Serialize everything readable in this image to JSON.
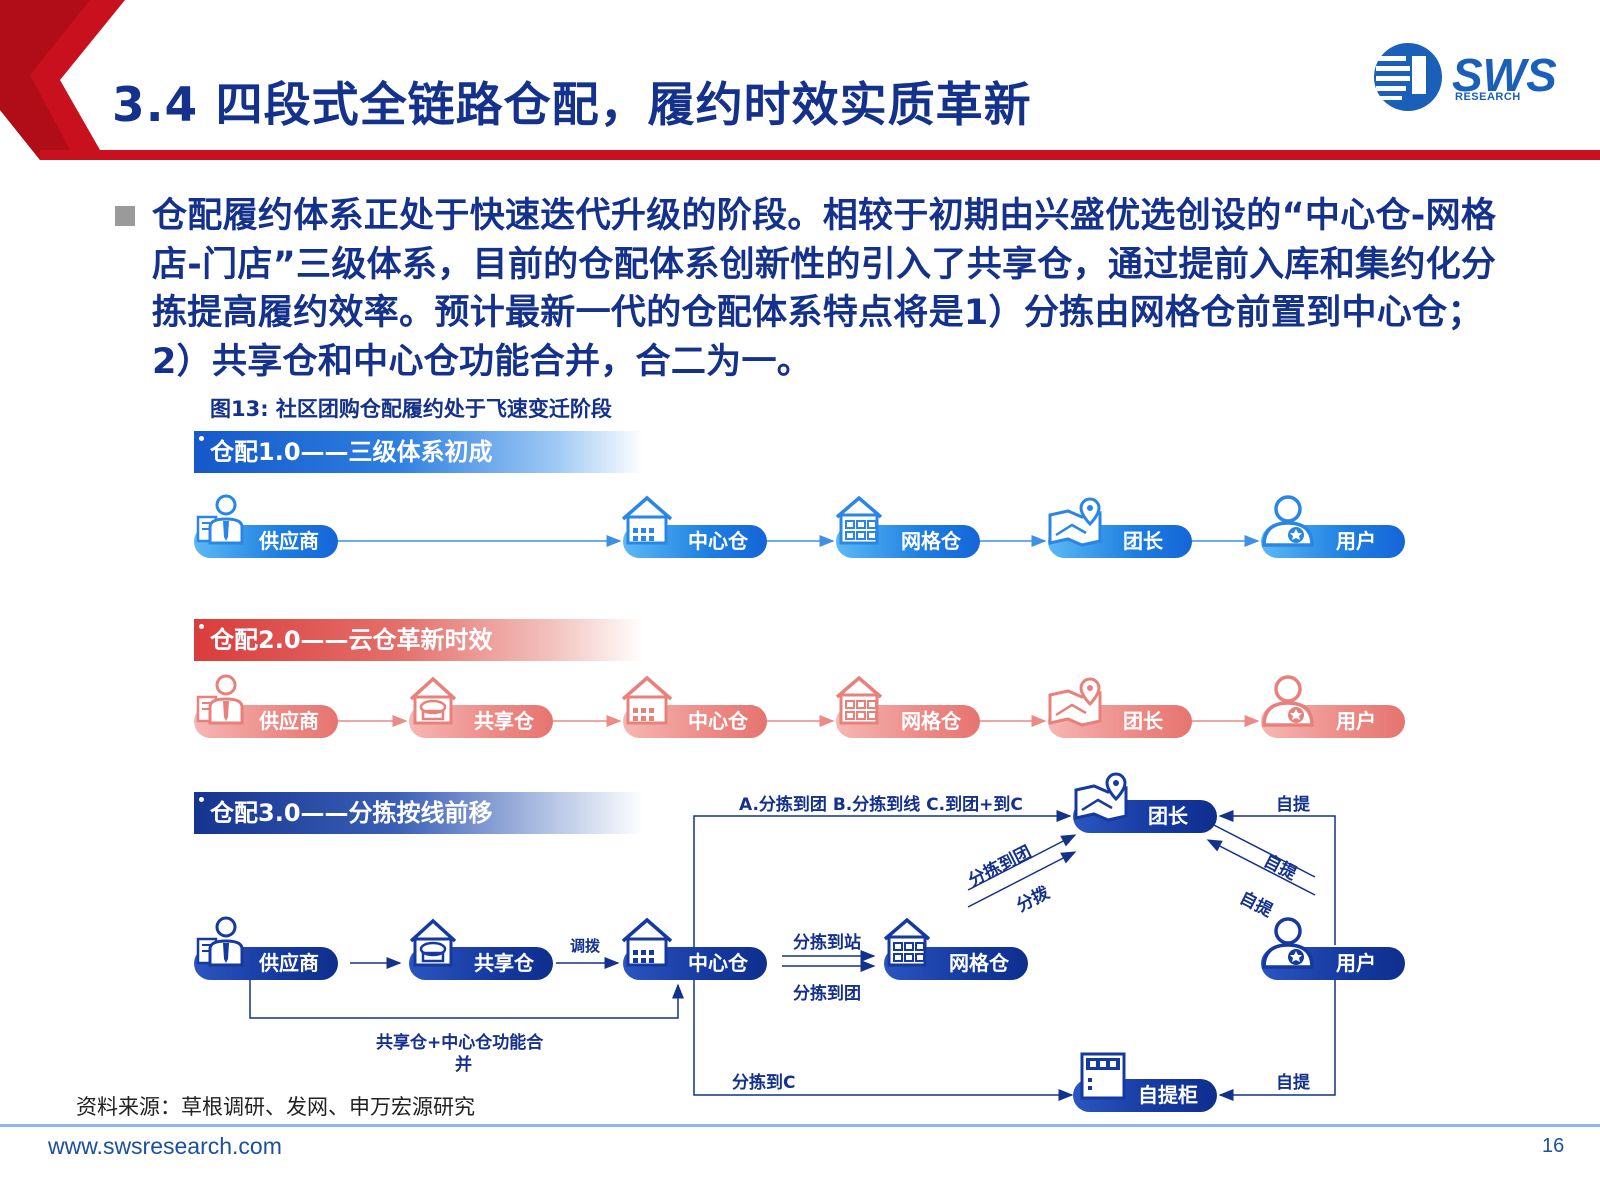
{
  "header": {
    "title": "3.4 四段式全链路仓配，履约时效实质革新",
    "logo_text": "SWS",
    "logo_sub": "RESEARCH"
  },
  "body": {
    "paragraph": "仓配履约体系正处于快速迭代升级的阶段。相较于初期由兴盛优选创设的“中心仓-网格店-门店”三级体系，目前的仓配体系创新性的引入了共享仓，通过提前入库和集约化分拣提高履约效率。预计最新一代的仓配体系特点将是1）分拣由网格仓前置到中心仓；2）共享仓和中心仓功能合并，合二为一。",
    "figure_caption": "图13: 社区团购仓配履约处于飞速变迁阶段"
  },
  "sections": [
    {
      "label": "仓配1.0——三级体系初成",
      "nodes": [
        "供应商",
        "中心仓",
        "网格仓",
        "团长",
        "用户"
      ]
    },
    {
      "label": "仓配2.0——云仓革新时效",
      "nodes": [
        "供应商",
        "共享仓",
        "中心仓",
        "网格仓",
        "团长",
        "用户"
      ]
    },
    {
      "label": "仓配3.0——分拣按线前移",
      "nodes": [
        "供应商",
        "共享仓",
        "中心仓",
        "网格仓",
        "团长",
        "用户",
        "自提柜"
      ]
    }
  ],
  "v3_labels": {
    "dispatch": "调拨",
    "merge_note_1": "共享仓+中心仓功能合",
    "merge_note_2": "并",
    "top_route": "A.分拣到团  B.分拣到线  C.到团+到C",
    "to_station": "分拣到站",
    "to_group": "分拣到团",
    "diag_sort": "分拣到团",
    "diag_dispatch": "分拨",
    "self_pick_1": "自提",
    "self_pick_2": "自提",
    "self_pick_3": "自提",
    "self_pick_4": "自提",
    "sort_to_c": "分拣到C"
  },
  "footer": {
    "source": "资料来源：草根调研、发网、申万宏源研究",
    "url": "www.swsresearch.com",
    "page": "16"
  },
  "colors": {
    "navy": "#14318c",
    "red": "#c8101e",
    "blue": "#1e7fe0",
    "pink": "#ec8a86"
  }
}
